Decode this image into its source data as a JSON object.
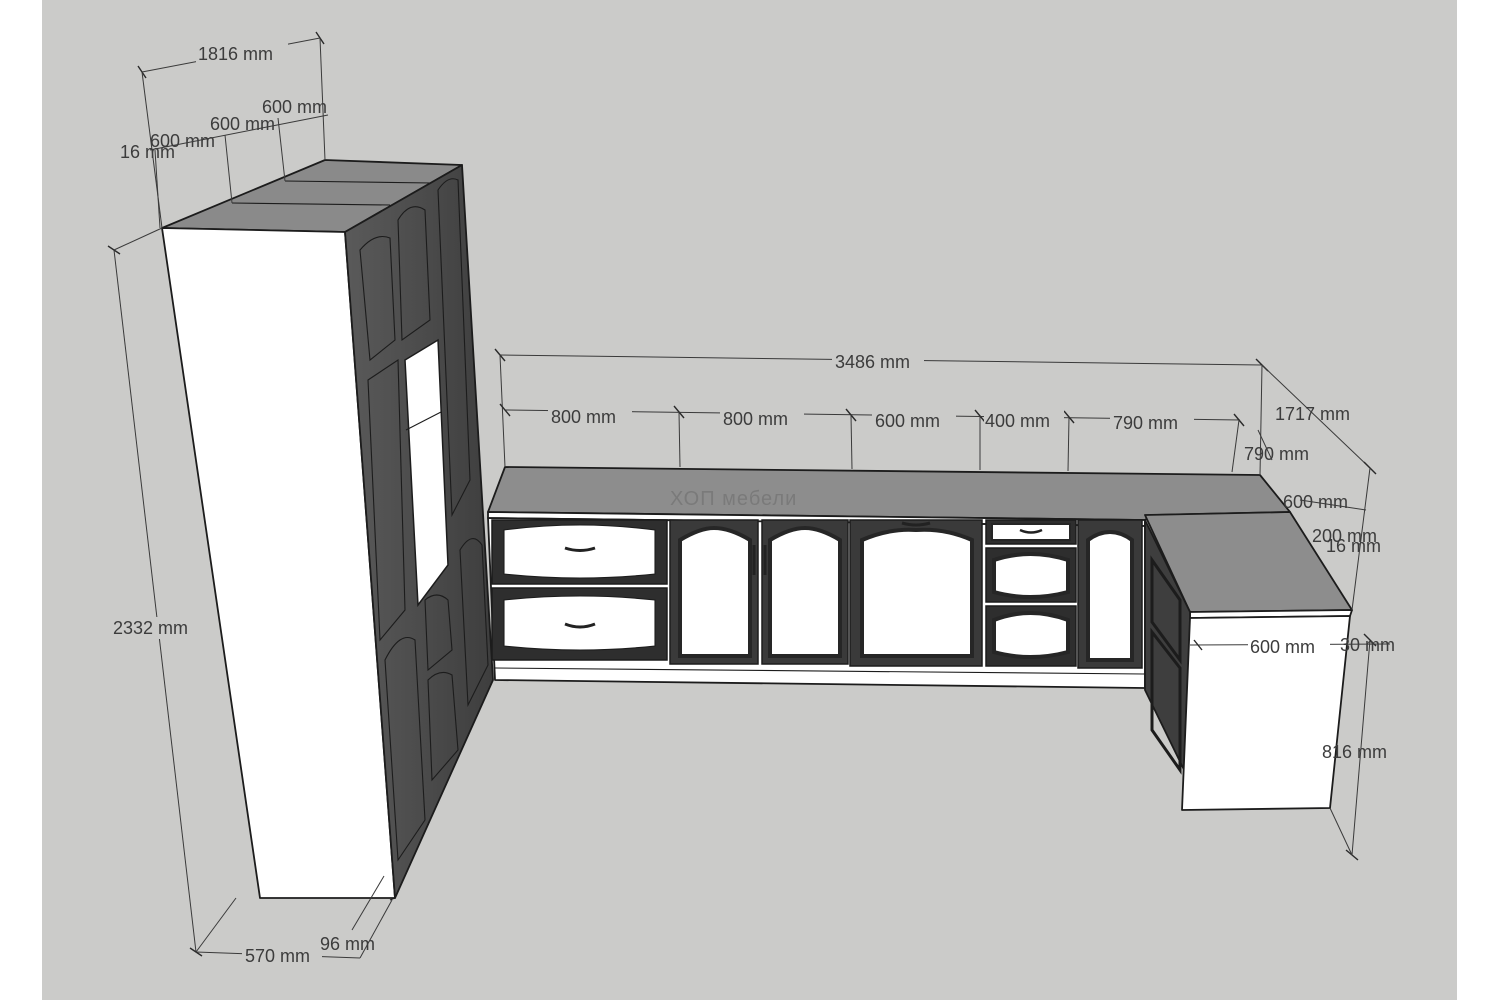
{
  "watermark": "ХОП мебели",
  "colors": {
    "background": "#cbcbc9",
    "side_panel": "#ffffff",
    "dark_front": "#474747",
    "countertop": "#8a8a8a",
    "lines": "#3a3a3a"
  },
  "dimensions": {
    "tall_total_width": "1816 mm",
    "tall_col_1": "600 mm",
    "tall_col_2": "600 mm",
    "tall_col_3": "600 mm",
    "tall_side_thickness": "16 mm",
    "tall_height": "2332 mm",
    "tall_depth": "570 mm",
    "tall_plinth": "96 mm",
    "base_total_width": "3486 mm",
    "base_seg_1": "800 mm",
    "base_seg_2": "800 mm",
    "base_seg_3": "600 mm",
    "base_seg_4": "400 mm",
    "base_seg_5": "790 mm",
    "corner_total": "1717 mm",
    "corner_790": "790 mm",
    "corner_600": "600 mm",
    "corner_200": "200 mm",
    "corner_16": "16 mm",
    "return_width": "600 mm",
    "top_thickness": "30 mm",
    "base_height": "816 mm"
  }
}
